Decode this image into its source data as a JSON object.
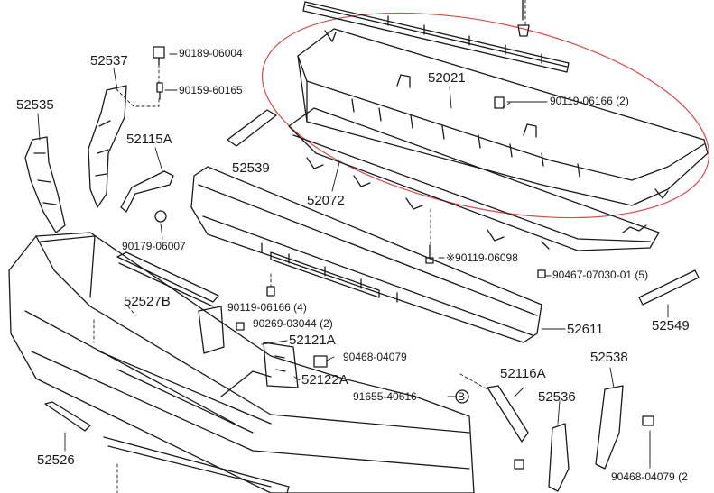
{
  "diagram": {
    "highlight_color": "#d94a4a",
    "line_color": "#1a1a1a",
    "part_numbers": {
      "p52021": "52021",
      "p52537": "52537",
      "p52535": "52535",
      "p52115A": "52115A",
      "p52539": "52539",
      "p52072": "52072",
      "p90179": "90179-06007",
      "p52527B": "52527B",
      "p52611": "52611",
      "p52549": "52549",
      "p52121A": "52121A",
      "p52122A": "52122A",
      "p52116A": "52116A",
      "p52538": "52538",
      "p52536": "52536",
      "p52526": "52526"
    },
    "fasteners": {
      "f90189": "90189-06004",
      "f90159": "90159-60165",
      "f90119a": "90119-06166 (2)",
      "f90119b": "※90119-06098",
      "f90467": "90467-07030-01 (5)",
      "f90119c": "90119-06166 (4)",
      "f90269": "90269-03044 (2)",
      "f90468a": "90468-04079",
      "f91655": "91655-40616",
      "f90468b": "90468-04079 (2"
    },
    "circle_marker": "B"
  }
}
